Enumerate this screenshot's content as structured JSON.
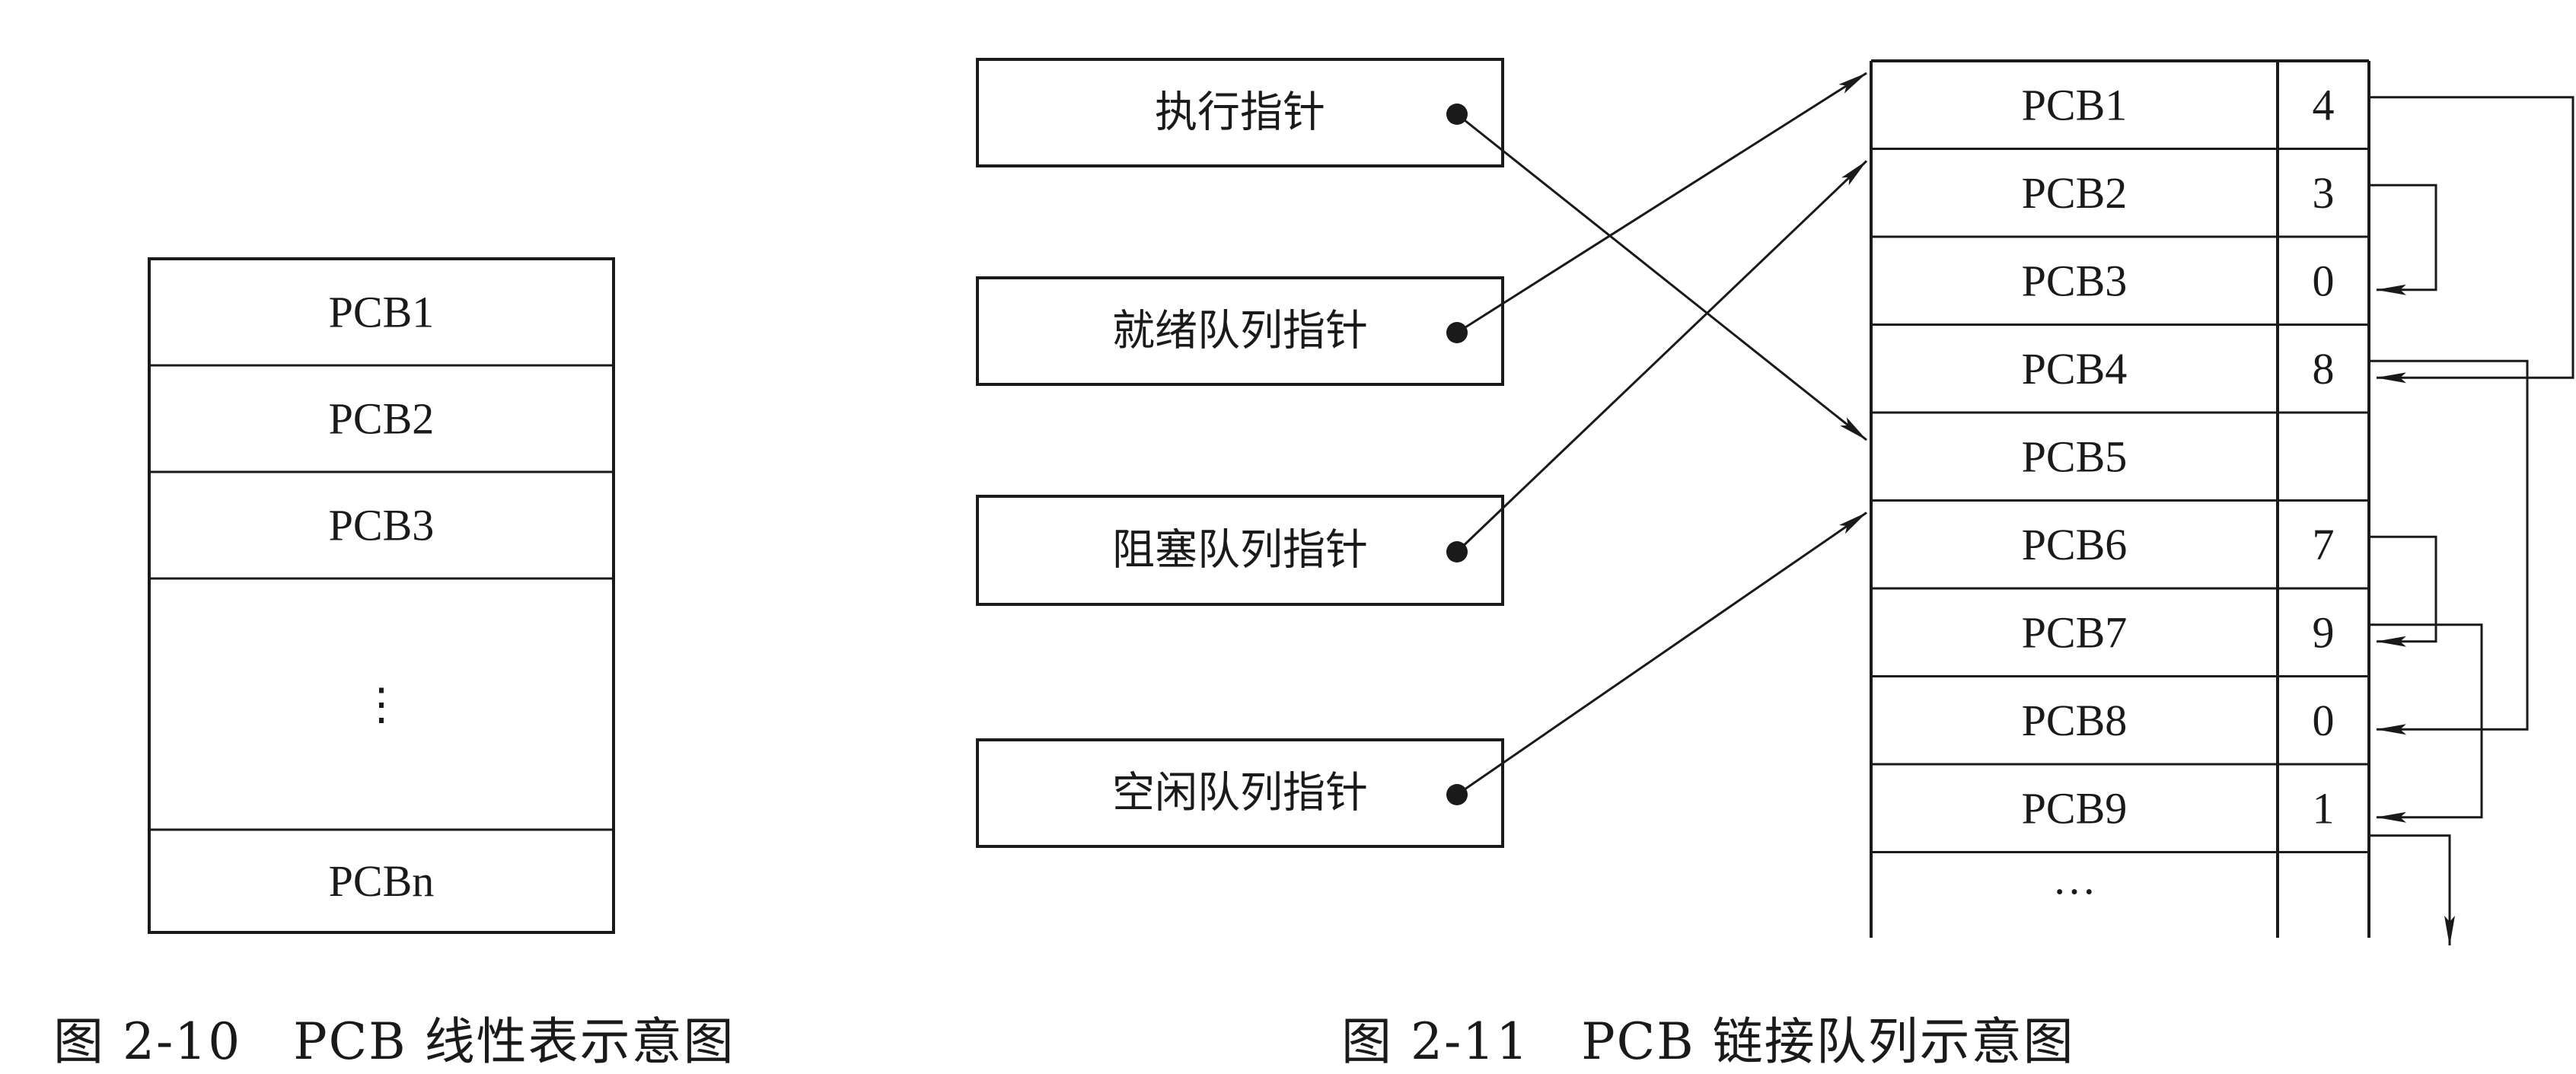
{
  "fig10": {
    "caption": "图 2-10　PCB 线性表示意图",
    "rows": [
      "PCB1",
      "PCB2",
      "PCB3",
      "⋮",
      "PCBn"
    ]
  },
  "fig11": {
    "caption": "图 2-11　PCB 链接队列示意图",
    "pointers": [
      {
        "label": "执行指针",
        "target": "PCB5"
      },
      {
        "label": "就绪队列指针",
        "target": "PCB1"
      },
      {
        "label": "阻塞队列指针",
        "target": "PCB2"
      },
      {
        "label": "空闲队列指针",
        "target": "PCB6"
      }
    ],
    "table": [
      {
        "pcb": "PCB1",
        "next": "4"
      },
      {
        "pcb": "PCB2",
        "next": "3"
      },
      {
        "pcb": "PCB3",
        "next": "0"
      },
      {
        "pcb": "PCB4",
        "next": "8"
      },
      {
        "pcb": "PCB5",
        "next": ""
      },
      {
        "pcb": "PCB6",
        "next": "7"
      },
      {
        "pcb": "PCB7",
        "next": "9"
      },
      {
        "pcb": "PCB8",
        "next": "0"
      },
      {
        "pcb": "PCB9",
        "next": "1"
      }
    ],
    "ellipsis": "···"
  },
  "colors": {
    "ink": "#1a1a1a",
    "background": "#ffffff"
  }
}
